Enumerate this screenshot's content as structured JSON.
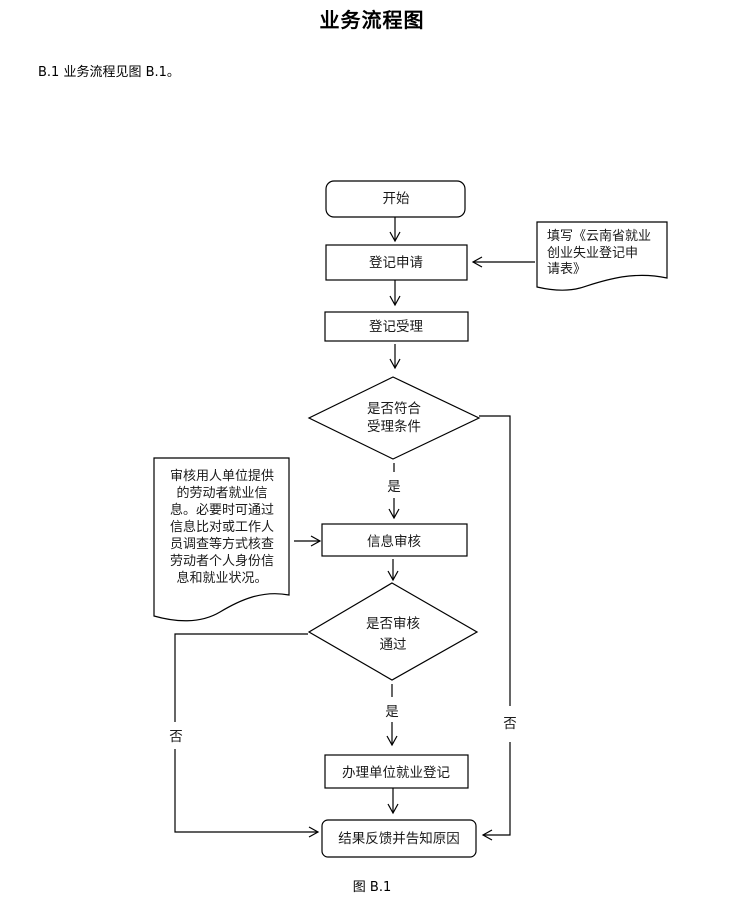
{
  "page": {
    "title": "业务流程图",
    "intro": "B.1  业务流程见图 B.1。",
    "caption": "图 B.1"
  },
  "nodes": {
    "start": "开始",
    "apply": "登记申请",
    "accept": "登记受理",
    "decision1": [
      "是否符合",
      "受理条件"
    ],
    "review": "信息审核",
    "decision2": [
      "是否审核",
      "通过"
    ],
    "handle": "办理单位就业登记",
    "result": "结果反馈并告知原因"
  },
  "notes": {
    "form": [
      "填写《云南省就业",
      "创业失业登记申",
      "请表》"
    ],
    "review_note": [
      "审核用人单位提供",
      "的劳动者就业信",
      "息。必要时可通过",
      "信息比对或工作人",
      "员调查等方式核查",
      "劳动者个人身份信",
      "息和就业状况。"
    ]
  },
  "edge_labels": {
    "yes1": "是",
    "yes2": "是",
    "no_left": "否",
    "no_right": "否"
  }
}
